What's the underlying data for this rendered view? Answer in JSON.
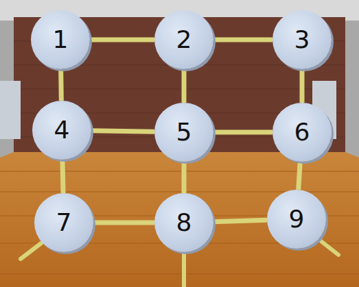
{
  "diagram": {
    "nodes": [
      {
        "text": [
          "1"
        ]
      },
      {
        "text": [
          "2"
        ]
      },
      {
        "text": [
          "3"
        ]
      },
      {
        "text": [
          "4"
        ]
      },
      {
        "text": [
          "5"
        ]
      },
      {
        "text": [
          "6"
        ]
      },
      {
        "text": [
          "7"
        ]
      },
      {
        "text": [
          "8"
        ]
      },
      {
        "text": [
          "9"
        ]
      }
    ],
    "edges": [
      {
        "from": 0,
        "to": 1,
        "arrow": "none"
      },
      {
        "from": 1,
        "to": 2,
        "arrow": "none"
      },
      {
        "from": 0,
        "to": 3,
        "arrow": "none"
      },
      {
        "from": 1,
        "to": 4,
        "arrow": "none"
      },
      {
        "from": 2,
        "to": 5,
        "arrow": "none"
      },
      {
        "from": 3,
        "to": 4,
        "arrow": "none"
      },
      {
        "from": 4,
        "to": 5,
        "arrow": "none"
      },
      {
        "from": 3,
        "to": 6,
        "arrow": "none"
      },
      {
        "from": 4,
        "to": 7,
        "arrow": "none"
      },
      {
        "from": 5,
        "to": 8,
        "arrow": "none"
      },
      {
        "from": 6,
        "to": 7,
        "arrow": "none"
      },
      {
        "from": 7,
        "to": 8,
        "arrow": "none"
      }
    ]
  }
}
